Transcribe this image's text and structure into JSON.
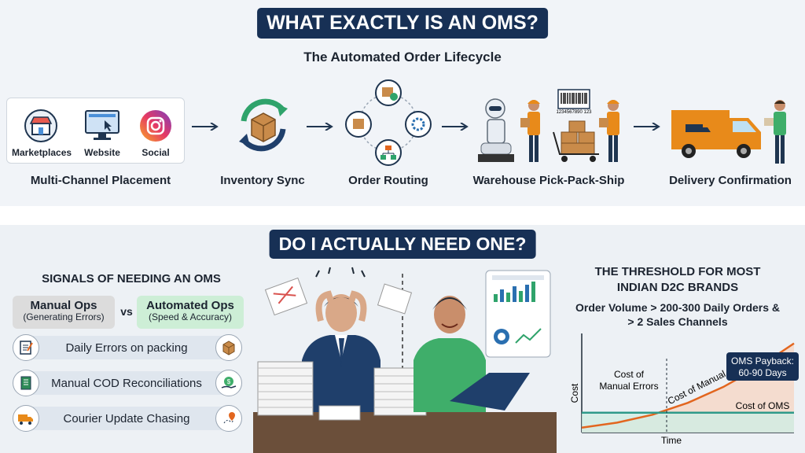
{
  "top": {
    "title": "WHAT EXACTLY IS AN OMS?",
    "subtitle": "The Automated Order Lifecycle",
    "channels": [
      "Marketplaces",
      "Website",
      "Social"
    ],
    "stages": [
      "Multi-Channel Placement",
      "Inventory Sync",
      "Order Routing",
      "Warehouse Pick-Pack-Ship",
      "Delivery Confirmation"
    ],
    "barcode_text": "1234567890 123"
  },
  "bottom": {
    "title": "DO I ACTUALLY NEED ONE?",
    "signals": {
      "heading": "SIGNALS OF NEEDING AN OMS",
      "manual_title": "Manual Ops",
      "manual_sub": "(Generating Errors)",
      "vs": "vs",
      "auto_title": "Automated Ops",
      "auto_sub": "(Speed & Accuracy)",
      "rows": [
        "Daily Errors on packing",
        "Manual COD Reconciliations",
        "Courier Update Chasing"
      ]
    },
    "threshold": {
      "heading_line1": "THE THRESHOLD FOR MOST",
      "heading_line2": "INDIAN D2C BRANDS",
      "criteria_line1": "Order Volume > 200-300 Daily Orders &",
      "criteria_line2": "> 2 Sales Channels"
    },
    "colors": {
      "navy": "#173055",
      "manual": "#dcdcdc",
      "automated": "#cdeed6",
      "orange": "#e2661f",
      "teal": "#2e9a8a"
    }
  },
  "chart_data": {
    "type": "line",
    "xlabel": "Time",
    "ylabel": "Cost",
    "series": [
      {
        "name": "Cost of Manual Errors",
        "values": [
          0.05,
          0.1,
          0.18,
          0.3,
          0.46,
          0.66,
          0.9
        ]
      },
      {
        "name": "Cost of OMS",
        "values": [
          0.2,
          0.2,
          0.2,
          0.2,
          0.2,
          0.2,
          0.2
        ]
      }
    ],
    "x": [
      0,
      1,
      2,
      3,
      4,
      5,
      6
    ],
    "annotations": [
      "Cost of",
      "Manual Errors",
      "Cost of Manual Errors",
      "Cost of OMS",
      "OMS Payback:",
      "60-90 Days"
    ]
  }
}
